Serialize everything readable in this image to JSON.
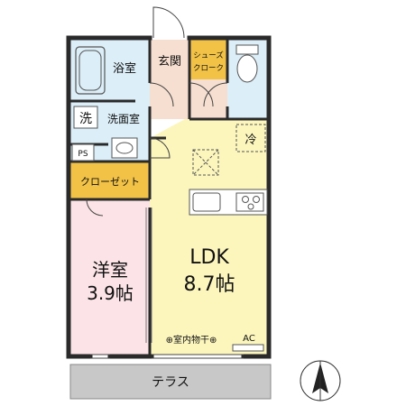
{
  "rooms": {
    "bath": "浴室",
    "genkan": "玄関",
    "shoes_cloak_line1": "シューズ",
    "shoes_cloak_line2": "クローク",
    "washroom": "洗面室",
    "wash_mark": "洗",
    "ps": "PS",
    "closet": "クローゼット",
    "western_name": "洋室",
    "western_size": "3.9帖",
    "ldk_name": "LDK",
    "ldk_size": "8.7帖",
    "fridge": "冷",
    "indoor_dry": "⊕室内物干⊕",
    "ac": "AC",
    "terrace": "テラス"
  },
  "colors": {
    "ldk": "#fcf6bd",
    "western": "#fbe3e7",
    "wet": "#dceef8",
    "hall": "#f6dfd0",
    "closet": "#f2c247",
    "terrace": "#c8c8c8",
    "wall": "#2a2a2a"
  }
}
